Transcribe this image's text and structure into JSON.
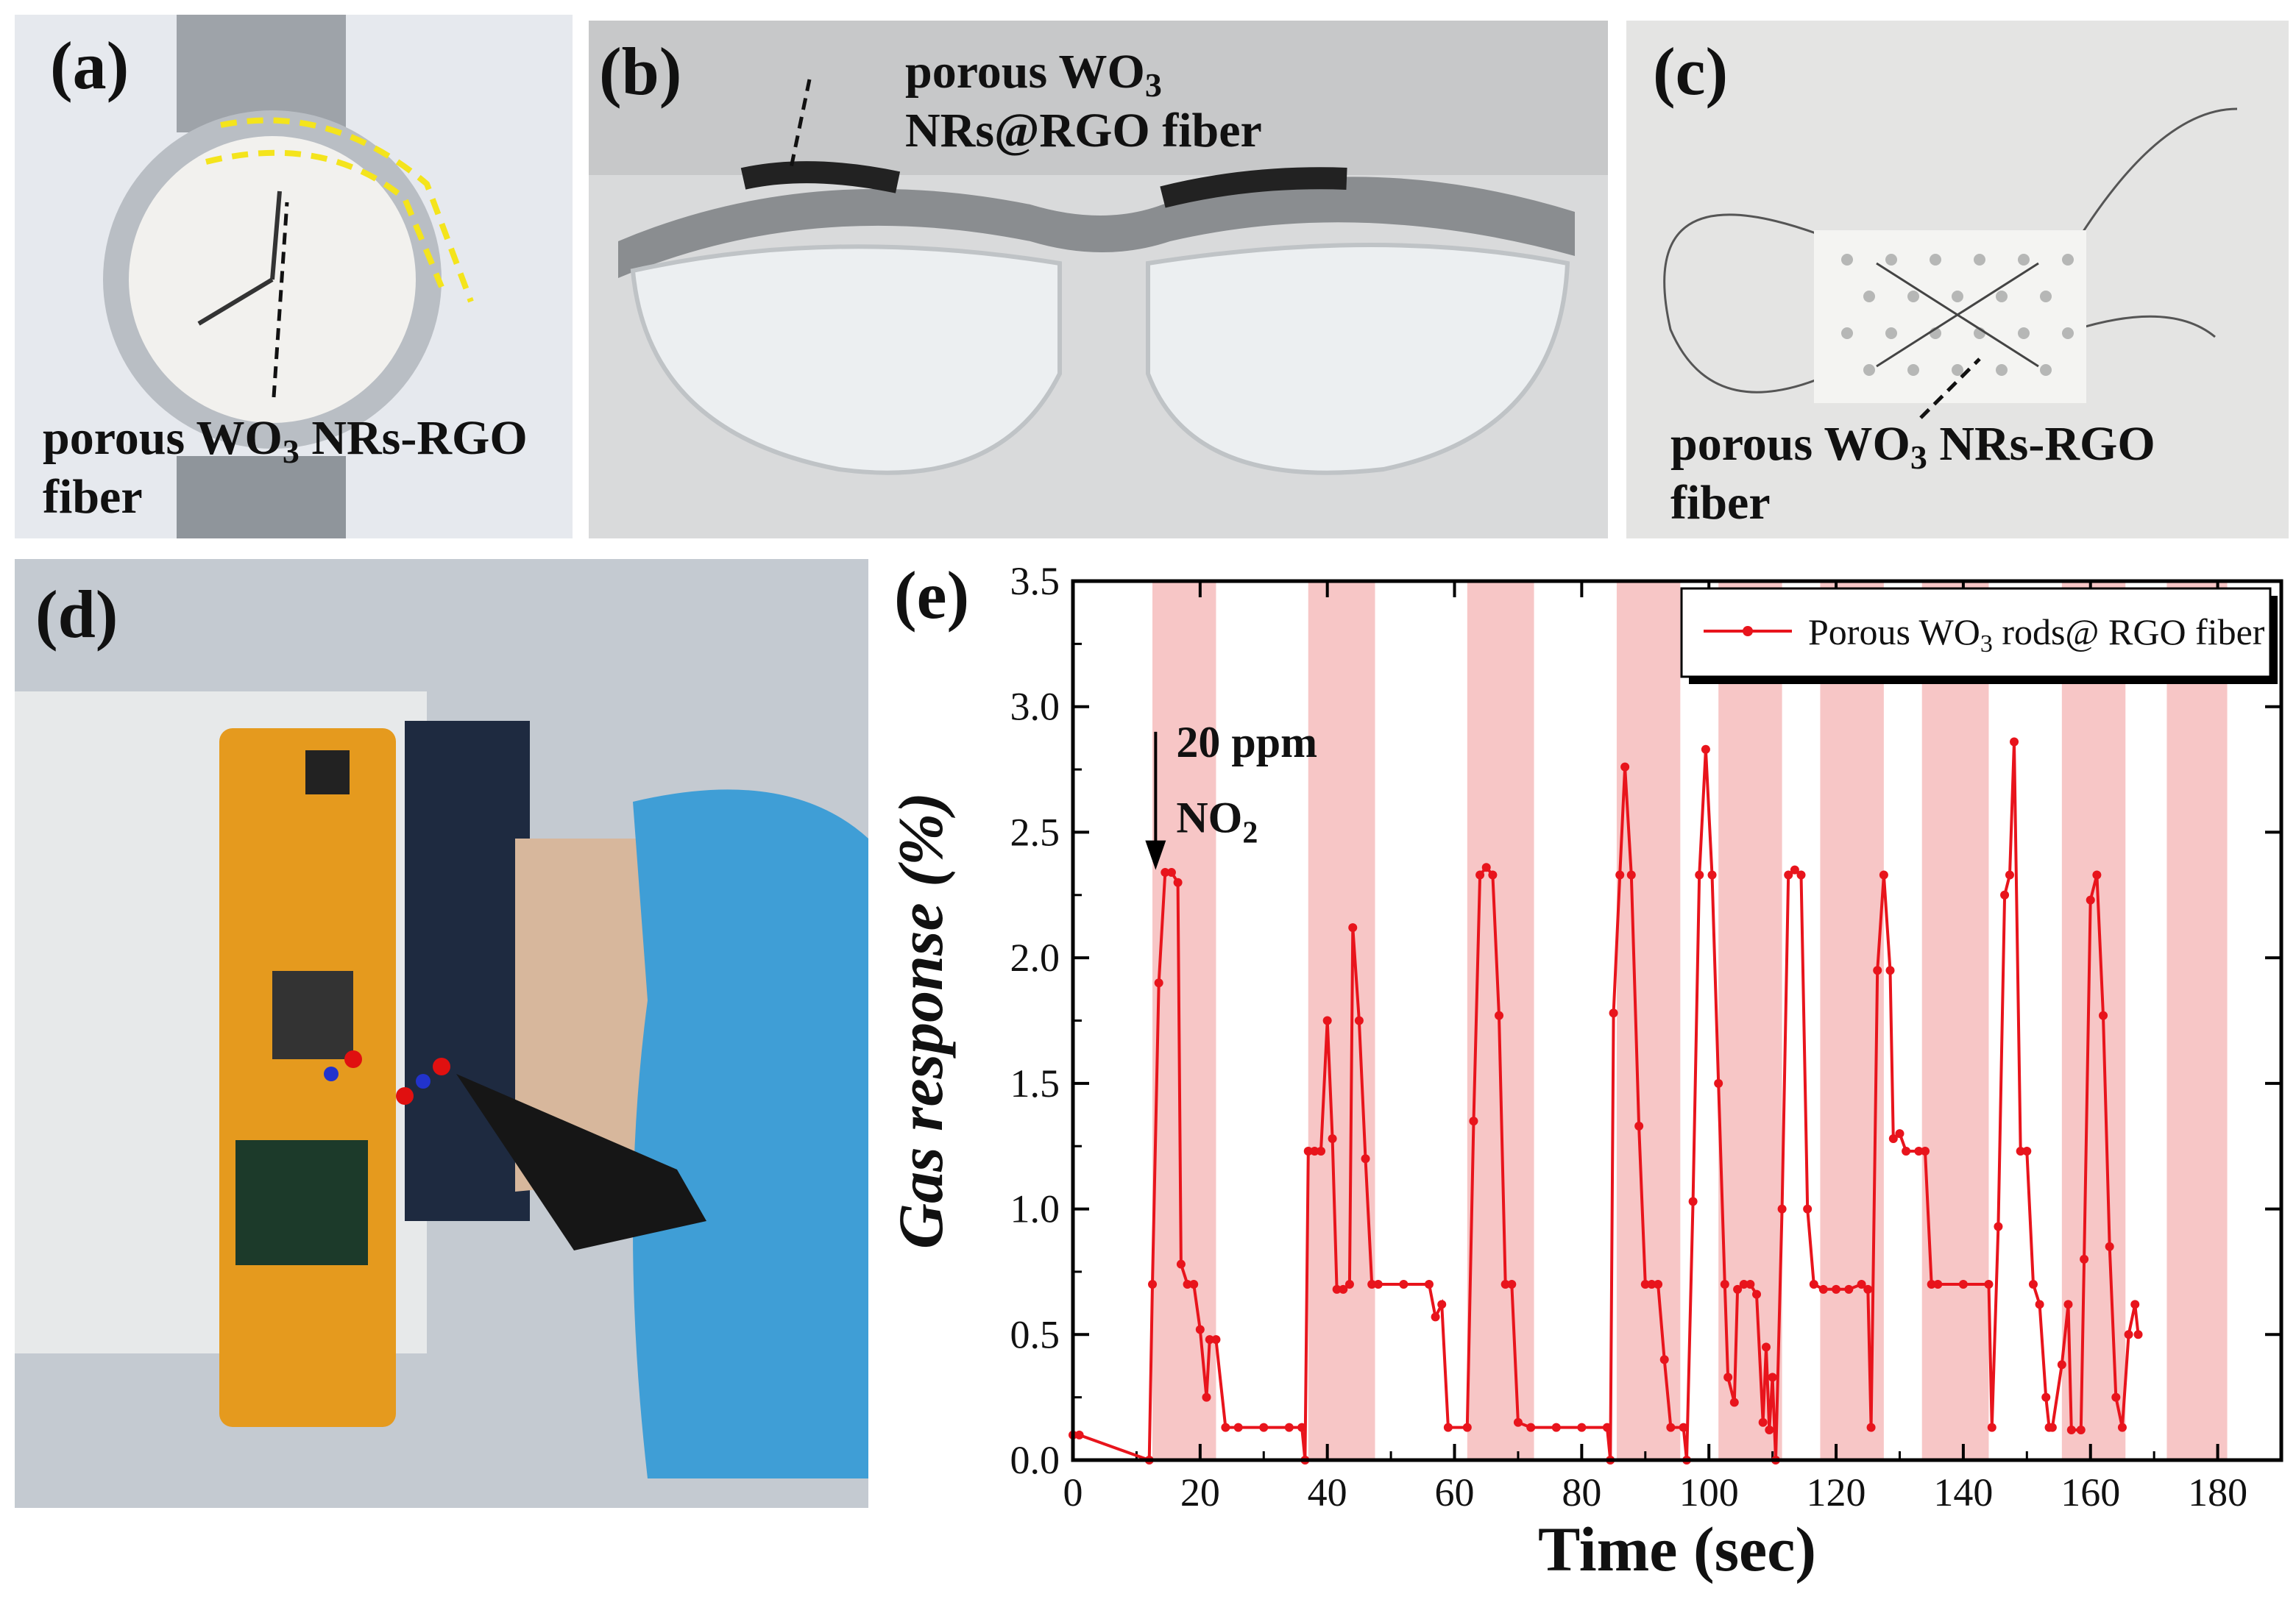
{
  "panels": {
    "a": {
      "label": "(a)",
      "caption_line1_prefix": "porous WO",
      "caption_line1_sub": "3",
      "caption_line1_suffix": " NRs-RGO",
      "caption_line2": "fiber"
    },
    "b": {
      "label": "(b)",
      "caption_line1_prefix": "porous WO",
      "caption_line1_sub": "3",
      "caption_line2": "NRs@RGO fiber"
    },
    "c": {
      "label": "(c)",
      "caption_line1_prefix": "porous WO",
      "caption_line1_sub": "3",
      "caption_line1_suffix": " NRs-RGO",
      "caption_line2": "fiber"
    },
    "d": {
      "label": "(d)"
    },
    "e": {
      "label": "(e)"
    }
  },
  "chart_data": {
    "type": "line",
    "xlabel": "Time (sec)",
    "ylabel": "Gas response (%)",
    "xlim": [
      0,
      190
    ],
    "ylim": [
      0,
      3.5
    ],
    "xticks": [
      0,
      20,
      40,
      60,
      80,
      100,
      120,
      140,
      160,
      180
    ],
    "yticks": [
      0.0,
      0.5,
      1.0,
      1.5,
      2.0,
      2.5,
      3.0,
      3.5
    ],
    "ytick_labels": [
      "0.0",
      "0.5",
      "1.0",
      "1.5",
      "2.0",
      "2.5",
      "3.0",
      "3.5"
    ],
    "legend": {
      "position": "top-right",
      "prefix": "Porous WO",
      "sub": "3",
      "suffix": " rods@ RGO fiber"
    },
    "annotation": {
      "line1": "20 ppm",
      "line2_prefix": "NO",
      "line2_sub": "2",
      "x": 13,
      "y_start": 2.9,
      "y_end": 2.35
    },
    "shaded_intervals": [
      [
        12.5,
        22.5
      ],
      [
        37,
        47.5
      ],
      [
        62,
        72.5
      ],
      [
        85.5,
        95.5
      ],
      [
        101.5,
        111.5
      ],
      [
        117.5,
        127.5
      ],
      [
        133.5,
        144
      ],
      [
        155.5,
        165.5
      ],
      [
        172,
        181.5
      ]
    ],
    "colors": {
      "series": "#e8141c",
      "band": "#f7c6c6"
    },
    "series": [
      {
        "name": "Porous WO3 rods@ RGO fiber",
        "points": [
          [
            0,
            0.1
          ],
          [
            1,
            0.1
          ],
          [
            12,
            0.0
          ],
          [
            12.5,
            0.7
          ],
          [
            13.5,
            1.9
          ],
          [
            14.5,
            2.34
          ],
          [
            15.5,
            2.34
          ],
          [
            16.5,
            2.3
          ],
          [
            17,
            0.78
          ],
          [
            18,
            0.7
          ],
          [
            19,
            0.7
          ],
          [
            20,
            0.52
          ],
          [
            21,
            0.25
          ],
          [
            21.5,
            0.48
          ],
          [
            22.5,
            0.48
          ],
          [
            24,
            0.13
          ],
          [
            26,
            0.13
          ],
          [
            30,
            0.13
          ],
          [
            34,
            0.13
          ],
          [
            36,
            0.13
          ],
          [
            36.5,
            0.0
          ],
          [
            37,
            1.23
          ],
          [
            38,
            1.23
          ],
          [
            39,
            1.23
          ],
          [
            40,
            1.75
          ],
          [
            40.8,
            1.28
          ],
          [
            41.5,
            0.68
          ],
          [
            42.5,
            0.68
          ],
          [
            43.5,
            0.7
          ],
          [
            44,
            2.12
          ],
          [
            45,
            1.75
          ],
          [
            46,
            1.2
          ],
          [
            47,
            0.7
          ],
          [
            48,
            0.7
          ],
          [
            52,
            0.7
          ],
          [
            56,
            0.7
          ],
          [
            57,
            0.57
          ],
          [
            58,
            0.62
          ],
          [
            59,
            0.13
          ],
          [
            62,
            0.13
          ],
          [
            63,
            1.35
          ],
          [
            64,
            2.33
          ],
          [
            65,
            2.36
          ],
          [
            66,
            2.33
          ],
          [
            67,
            1.77
          ],
          [
            68,
            0.7
          ],
          [
            69,
            0.7
          ],
          [
            70,
            0.15
          ],
          [
            72,
            0.13
          ],
          [
            76,
            0.13
          ],
          [
            80,
            0.13
          ],
          [
            84,
            0.13
          ],
          [
            84.5,
            0.0
          ],
          [
            85,
            1.78
          ],
          [
            86,
            2.33
          ],
          [
            86.8,
            2.76
          ],
          [
            87.8,
            2.33
          ],
          [
            89,
            1.33
          ],
          [
            90,
            0.7
          ],
          [
            91,
            0.7
          ],
          [
            92,
            0.7
          ],
          [
            93,
            0.4
          ],
          [
            94,
            0.13
          ],
          [
            96,
            0.13
          ],
          [
            96.5,
            0.0
          ],
          [
            97.5,
            1.03
          ],
          [
            98.5,
            2.33
          ],
          [
            99.5,
            2.83
          ],
          [
            100.5,
            2.33
          ],
          [
            101.5,
            1.5
          ],
          [
            102.5,
            0.7
          ],
          [
            103,
            0.33
          ],
          [
            104,
            0.23
          ],
          [
            104.5,
            0.68
          ],
          [
            105.5,
            0.7
          ],
          [
            106.5,
            0.7
          ],
          [
            107.5,
            0.66
          ],
          [
            108.5,
            0.15
          ],
          [
            109,
            0.45
          ],
          [
            109.5,
            0.12
          ],
          [
            110,
            0.33
          ],
          [
            110.5,
            0.0
          ],
          [
            111.5,
            1.0
          ],
          [
            112.5,
            2.33
          ],
          [
            113.5,
            2.35
          ],
          [
            114.5,
            2.33
          ],
          [
            115.5,
            1.0
          ],
          [
            116.5,
            0.7
          ],
          [
            118,
            0.68
          ],
          [
            120,
            0.68
          ],
          [
            122,
            0.68
          ],
          [
            124,
            0.7
          ],
          [
            125,
            0.68
          ],
          [
            125.5,
            0.13
          ],
          [
            126.5,
            1.95
          ],
          [
            127.5,
            2.33
          ],
          [
            128.5,
            1.95
          ],
          [
            129,
            1.28
          ],
          [
            130,
            1.3
          ],
          [
            131,
            1.23
          ],
          [
            133,
            1.23
          ],
          [
            134,
            1.23
          ],
          [
            135,
            0.7
          ],
          [
            136,
            0.7
          ],
          [
            140,
            0.7
          ],
          [
            144,
            0.7
          ],
          [
            144.5,
            0.13
          ],
          [
            145.5,
            0.93
          ],
          [
            146.5,
            2.25
          ],
          [
            147.3,
            2.33
          ],
          [
            148,
            2.86
          ],
          [
            149,
            1.23
          ],
          [
            150,
            1.23
          ],
          [
            151,
            0.7
          ],
          [
            152,
            0.62
          ],
          [
            153,
            0.25
          ],
          [
            153.5,
            0.13
          ],
          [
            154,
            0.13
          ],
          [
            155.5,
            0.38
          ],
          [
            156.5,
            0.62
          ],
          [
            157,
            0.12
          ],
          [
            158.5,
            0.12
          ],
          [
            159,
            0.8
          ],
          [
            160,
            2.23
          ],
          [
            161,
            2.33
          ],
          [
            162,
            1.77
          ],
          [
            163,
            0.85
          ],
          [
            164,
            0.25
          ],
          [
            165,
            0.13
          ],
          [
            166,
            0.5
          ],
          [
            167,
            0.62
          ],
          [
            167.5,
            0.5
          ]
        ]
      }
    ]
  }
}
